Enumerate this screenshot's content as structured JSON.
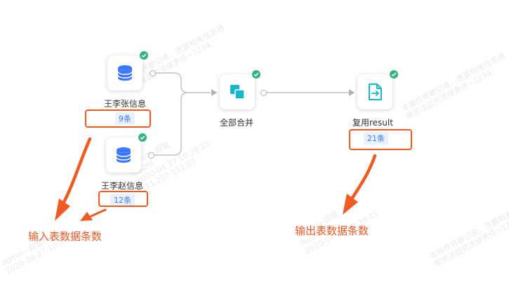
{
  "nodes": {
    "input_1": {
      "label": "王李张信息",
      "count": "9条",
      "icon": "database-icon"
    },
    "input_2": {
      "label": "王李赵信息",
      "count": "12条",
      "icon": "database-icon"
    },
    "merge": {
      "label": "全部合并",
      "icon": "merge-icon"
    },
    "output": {
      "label": "复用result",
      "count": "21条",
      "icon": "file-export-icon"
    }
  },
  "annotations": {
    "input_note": "输入表数据条数",
    "output_note": "输出表数据条数"
  },
  "watermark": {
    "line_1": "本操作将被记录，泄露相关信息将",
    "line_2": "被依法追究法律责任~1234",
    "line_3": "admin~超管",
    "line_4": "haizhi",
    "line_5": "2020-04-27 10:39:15",
    "line_6": "111.207.151.83"
  },
  "colors": {
    "accent_blue": "#3a78ff",
    "icon_cyan": "#17b7c9",
    "status_green": "#36b37e",
    "annotation_orange": "#f05a23",
    "edge_gray": "#c4c4c4"
  }
}
